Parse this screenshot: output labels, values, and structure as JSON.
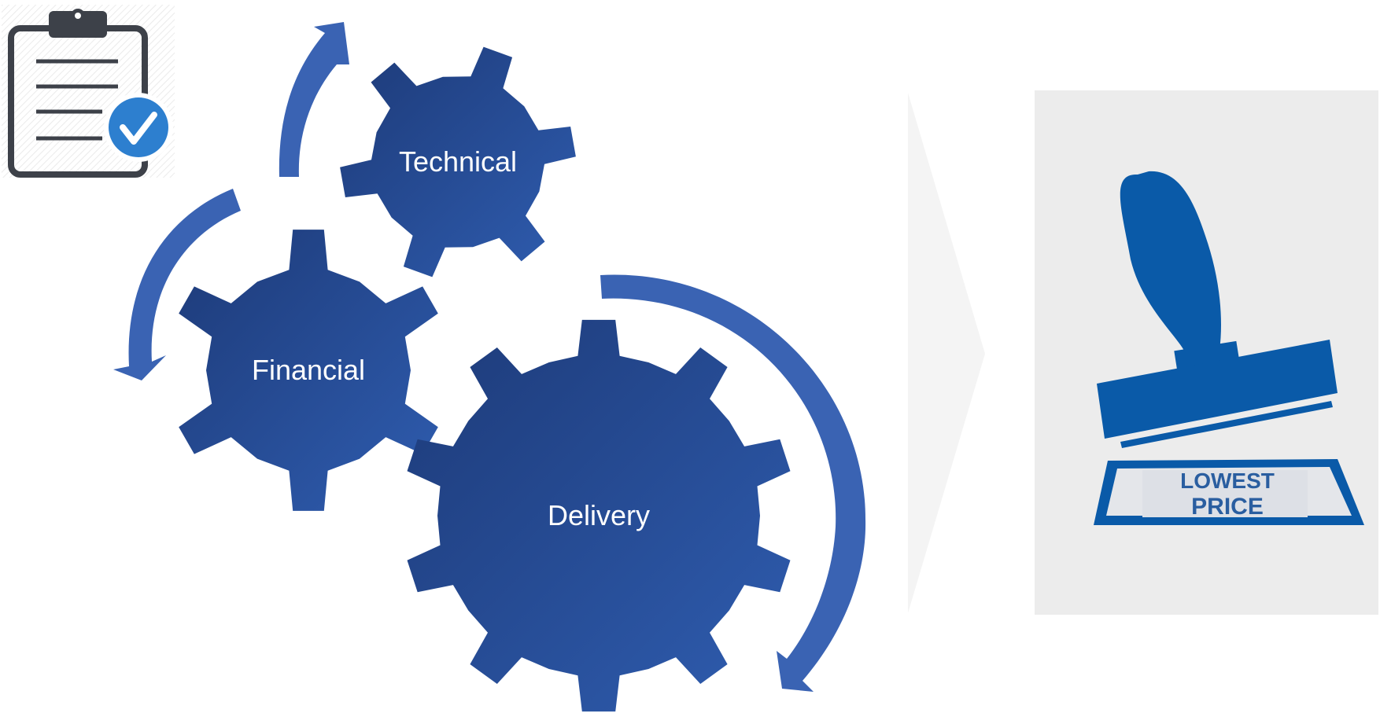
{
  "diagram": {
    "gears": [
      {
        "id": "technical",
        "label": "Technical"
      },
      {
        "id": "financial",
        "label": "Financial"
      },
      {
        "id": "delivery",
        "label": "Delivery"
      }
    ],
    "stamp": {
      "line1": "LOWEST",
      "line2": "PRICE"
    },
    "colors": {
      "gear_dark": "#1f3d7a",
      "gear_light": "#2e5aab",
      "arrow": "#3a63b3",
      "stamp_blue": "#0a5aa8",
      "panel_bg": "#ececec",
      "chevron": "#f5f5f5",
      "clipboard": "#3d4149",
      "check_badge": "#2d7fcf"
    },
    "icons": [
      "clipboard-check-icon",
      "rubber-stamp-icon",
      "chevron-right-icon"
    ]
  }
}
